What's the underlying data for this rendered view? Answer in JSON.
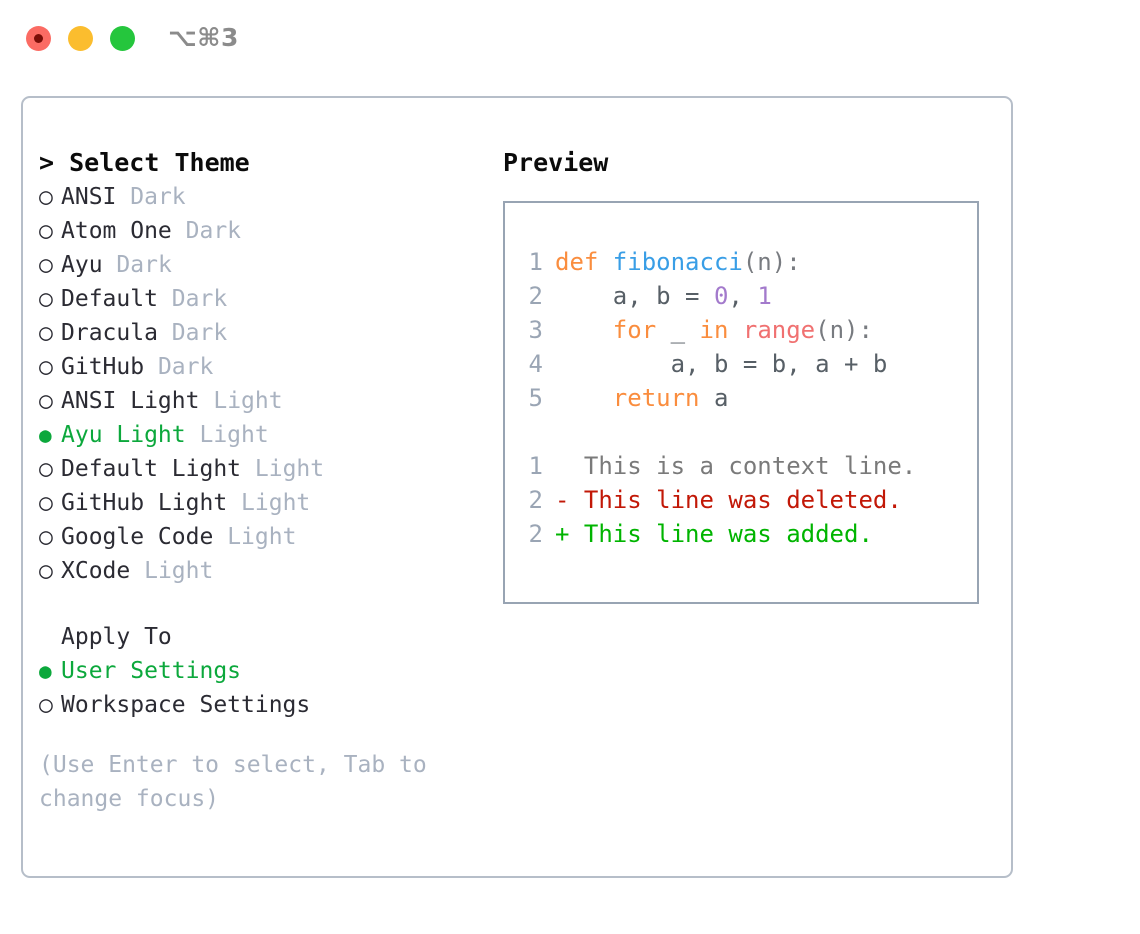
{
  "titlebar": {
    "shortcut": "⌥⌘3",
    "lights": [
      {
        "name": "close",
        "color": "#fb6b63"
      },
      {
        "name": "minimize",
        "color": "#fbbd2e"
      },
      {
        "name": "maximize",
        "color": "#25c63d"
      }
    ]
  },
  "theme_picker": {
    "header": "> Select Theme",
    "selected_theme": "Ayu Light",
    "accent_color": "#0ca83c",
    "muted_color": "#a9b2c0",
    "options": [
      {
        "bullet": "○",
        "label": "ANSI",
        "tag": "Dark",
        "selected": false
      },
      {
        "bullet": "○",
        "label": "Atom One",
        "tag": "Dark",
        "selected": false
      },
      {
        "bullet": "○",
        "label": "Ayu",
        "tag": "Dark",
        "selected": false
      },
      {
        "bullet": "○",
        "label": "Default",
        "tag": "Dark",
        "selected": false
      },
      {
        "bullet": "○",
        "label": "Dracula",
        "tag": "Dark",
        "selected": false
      },
      {
        "bullet": "○",
        "label": "GitHub",
        "tag": "Dark",
        "selected": false
      },
      {
        "bullet": "○",
        "label": "ANSI Light",
        "tag": "Light",
        "selected": false
      },
      {
        "bullet": "●",
        "label": "Ayu Light",
        "tag": "Light",
        "selected": true
      },
      {
        "bullet": "○",
        "label": "Default Light",
        "tag": "Light",
        "selected": false
      },
      {
        "bullet": "○",
        "label": "GitHub Light",
        "tag": "Light",
        "selected": false
      },
      {
        "bullet": "○",
        "label": "Google Code",
        "tag": "Light",
        "selected": false
      },
      {
        "bullet": "○",
        "label": "XCode",
        "tag": "Light",
        "selected": false
      }
    ]
  },
  "apply_to": {
    "header": "Apply To",
    "selected": "User Settings",
    "options": [
      {
        "bullet": "●",
        "label": "User Settings",
        "selected": true
      },
      {
        "bullet": "○",
        "label": "Workspace Settings",
        "selected": false
      }
    ]
  },
  "hint": "(Use Enter to select, Tab to change focus)",
  "preview": {
    "title": "Preview",
    "code_lines": [
      {
        "number": "1",
        "tokens": [
          {
            "text": "def ",
            "type": "kw"
          },
          {
            "text": "fibonacci",
            "type": "fn"
          },
          {
            "text": "(n):",
            "type": "punct"
          }
        ]
      },
      {
        "number": "2",
        "tokens": [
          {
            "text": "    a, b = ",
            "type": "plain"
          },
          {
            "text": "0",
            "type": "num"
          },
          {
            "text": ", ",
            "type": "plain"
          },
          {
            "text": "1",
            "type": "num"
          }
        ]
      },
      {
        "number": "3",
        "tokens": [
          {
            "text": "    ",
            "type": "plain"
          },
          {
            "text": "for",
            "type": "kw"
          },
          {
            "text": " _ ",
            "type": "plain"
          },
          {
            "text": "in",
            "type": "kw"
          },
          {
            "text": " ",
            "type": "plain"
          },
          {
            "text": "range",
            "type": "call"
          },
          {
            "text": "(n):",
            "type": "punct"
          }
        ]
      },
      {
        "number": "4",
        "tokens": [
          {
            "text": "        a, b = b, a + b",
            "type": "plain"
          }
        ]
      },
      {
        "number": "5",
        "tokens": [
          {
            "text": "    ",
            "type": "plain"
          },
          {
            "text": "return",
            "type": "kw"
          },
          {
            "text": " a",
            "type": "plain"
          }
        ]
      }
    ],
    "diff_lines": [
      {
        "number": "1",
        "marker": " ",
        "text": "This is a context line.",
        "type": "ctx"
      },
      {
        "number": "2",
        "marker": "-",
        "text": "This line was deleted.",
        "type": "del"
      },
      {
        "number": "2",
        "marker": "+",
        "text": "This line was added.",
        "type": "add"
      }
    ],
    "syntax_colors": {
      "keyword": "#fa8d3e",
      "function": "#399ee6",
      "number": "#a37acc",
      "call": "#f07171",
      "plain": "#575f66",
      "line_number": "#9aa5b4",
      "diff_context": "#7a7a7a",
      "diff_deleted": "#c21807",
      "diff_added": "#00b400"
    }
  }
}
